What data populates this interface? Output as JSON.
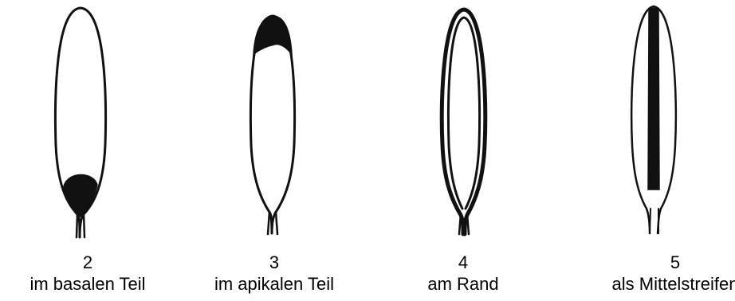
{
  "figure": {
    "items": [
      {
        "number": "2",
        "label": "im basalen Teil"
      },
      {
        "number": "3",
        "label": "im apikalen Teil"
      },
      {
        "number": "4",
        "label": "am Rand"
      },
      {
        "number": "5",
        "label": "als Mittelstreifen"
      }
    ],
    "colors": {
      "ink": "#111111",
      "background": "#ffffff"
    }
  }
}
